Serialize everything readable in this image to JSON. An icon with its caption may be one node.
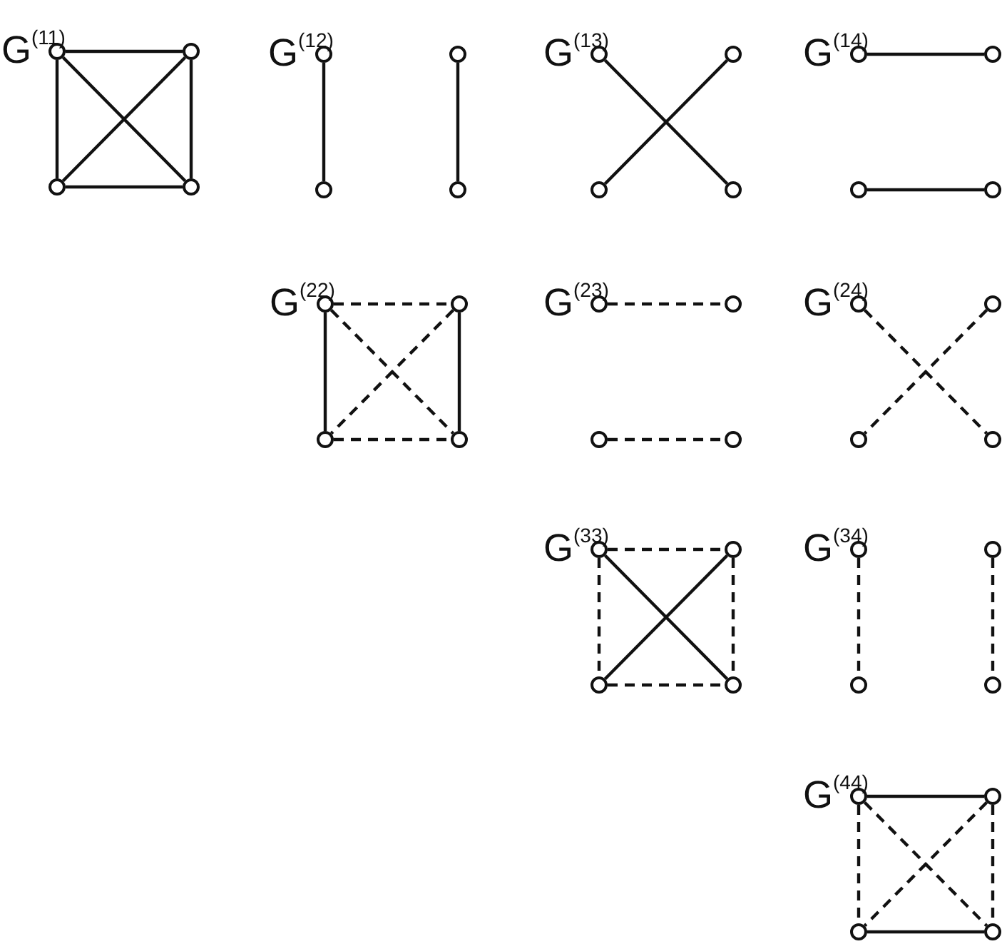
{
  "diagram": {
    "nodes": [
      {
        "text": [],
        "shape": "circle"
      },
      {
        "text": [],
        "shape": "circle"
      },
      {
        "text": [],
        "shape": "circle"
      },
      {
        "text": [],
        "shape": "circle"
      },
      {
        "text": [],
        "shape": "circle"
      },
      {
        "text": [],
        "shape": "circle"
      },
      {
        "text": [],
        "shape": "circle"
      },
      {
        "text": [],
        "shape": "circle"
      },
      {
        "text": [],
        "shape": "circle"
      },
      {
        "text": [],
        "shape": "circle"
      },
      {
        "text": [],
        "shape": "circle"
      },
      {
        "text": [],
        "shape": "circle"
      },
      {
        "text": [],
        "shape": "circle"
      },
      {
        "text": [],
        "shape": "circle"
      },
      {
        "text": [],
        "shape": "circle"
      },
      {
        "text": [],
        "shape": "circle"
      },
      {
        "text": [],
        "shape": "circle"
      },
      {
        "text": [],
        "shape": "circle"
      },
      {
        "text": [],
        "shape": "circle"
      },
      {
        "text": [],
        "shape": "circle"
      },
      {
        "text": [],
        "shape": "circle"
      },
      {
        "text": [],
        "shape": "circle"
      },
      {
        "text": [],
        "shape": "circle"
      },
      {
        "text": [],
        "shape": "circle"
      },
      {
        "text": [],
        "shape": "circle"
      },
      {
        "text": [],
        "shape": "circle"
      },
      {
        "text": [],
        "shape": "circle"
      },
      {
        "text": [],
        "shape": "circle"
      },
      {
        "text": [],
        "shape": "circle"
      },
      {
        "text": [],
        "shape": "circle"
      },
      {
        "text": [],
        "shape": "circle"
      },
      {
        "text": [],
        "shape": "circle"
      },
      {
        "text": [],
        "shape": "circle"
      },
      {
        "text": [],
        "shape": "circle"
      },
      {
        "text": [],
        "shape": "circle"
      },
      {
        "text": [],
        "shape": "circle"
      },
      {
        "text": [],
        "shape": "circle"
      },
      {
        "text": [],
        "shape": "circle"
      },
      {
        "text": [],
        "shape": "circle"
      },
      {
        "text": [],
        "shape": "circle"
      }
    ],
    "edges": [
      {
        "from": 0,
        "to": 1,
        "arrow": "none"
      },
      {
        "from": 0,
        "to": 2,
        "arrow": "none"
      },
      {
        "from": 1,
        "to": 3,
        "arrow": "none"
      },
      {
        "from": 2,
        "to": 3,
        "arrow": "none"
      },
      {
        "from": 0,
        "to": 3,
        "arrow": "none"
      },
      {
        "from": 1,
        "to": 2,
        "arrow": "none"
      },
      {
        "from": 4,
        "to": 6,
        "arrow": "none"
      },
      {
        "from": 5,
        "to": 7,
        "arrow": "none"
      },
      {
        "from": 8,
        "to": 11,
        "arrow": "none"
      },
      {
        "from": 9,
        "to": 10,
        "arrow": "none"
      },
      {
        "from": 12,
        "to": 13,
        "arrow": "none"
      },
      {
        "from": 14,
        "to": 15,
        "arrow": "none"
      },
      {
        "from": 16,
        "to": 17,
        "arrow": "none",
        "style": "dashed"
      },
      {
        "from": 16,
        "to": 18,
        "arrow": "none"
      },
      {
        "from": 17,
        "to": 19,
        "arrow": "none"
      },
      {
        "from": 18,
        "to": 19,
        "arrow": "none",
        "style": "dashed"
      },
      {
        "from": 16,
        "to": 19,
        "arrow": "none",
        "style": "dashed"
      },
      {
        "from": 17,
        "to": 18,
        "arrow": "none",
        "style": "dashed"
      },
      {
        "from": 20,
        "to": 21,
        "arrow": "none",
        "style": "dashed"
      },
      {
        "from": 22,
        "to": 23,
        "arrow": "none",
        "style": "dashed"
      },
      {
        "from": 24,
        "to": 27,
        "arrow": "none",
        "style": "dashed"
      },
      {
        "from": 25,
        "to": 26,
        "arrow": "none",
        "style": "dashed"
      },
      {
        "from": 28,
        "to": 29,
        "arrow": "none",
        "style": "dashed"
      },
      {
        "from": 28,
        "to": 30,
        "arrow": "none",
        "style": "dashed"
      },
      {
        "from": 29,
        "to": 31,
        "arrow": "none",
        "style": "dashed"
      },
      {
        "from": 30,
        "to": 31,
        "arrow": "none",
        "style": "dashed"
      },
      {
        "from": 28,
        "to": 31,
        "arrow": "none"
      },
      {
        "from": 29,
        "to": 30,
        "arrow": "none"
      },
      {
        "from": 32,
        "to": 34,
        "arrow": "none",
        "style": "dashed"
      },
      {
        "from": 33,
        "to": 35,
        "arrow": "none",
        "style": "dashed"
      },
      {
        "from": 36,
        "to": 37,
        "arrow": "none"
      },
      {
        "from": 36,
        "to": 38,
        "arrow": "none",
        "style": "dashed"
      },
      {
        "from": 37,
        "to": 39,
        "arrow": "none",
        "style": "dashed"
      },
      {
        "from": 38,
        "to": 39,
        "arrow": "none"
      },
      {
        "from": 36,
        "to": 39,
        "arrow": "none",
        "style": "dashed"
      },
      {
        "from": 37,
        "to": 38,
        "arrow": "none",
        "style": "dashed"
      }
    ],
    "labels": [
      "G$^{(11)}$",
      "G$^{(12)}$",
      "G$^{(13)}$",
      "G$^{(14)}$",
      "G$^{(22)}$",
      "G$^{(23)}$",
      "G$^{(24)}$",
      "G$^{(33)}$",
      "G$^{(34)}$",
      "G$^{(44)}$"
    ]
  }
}
